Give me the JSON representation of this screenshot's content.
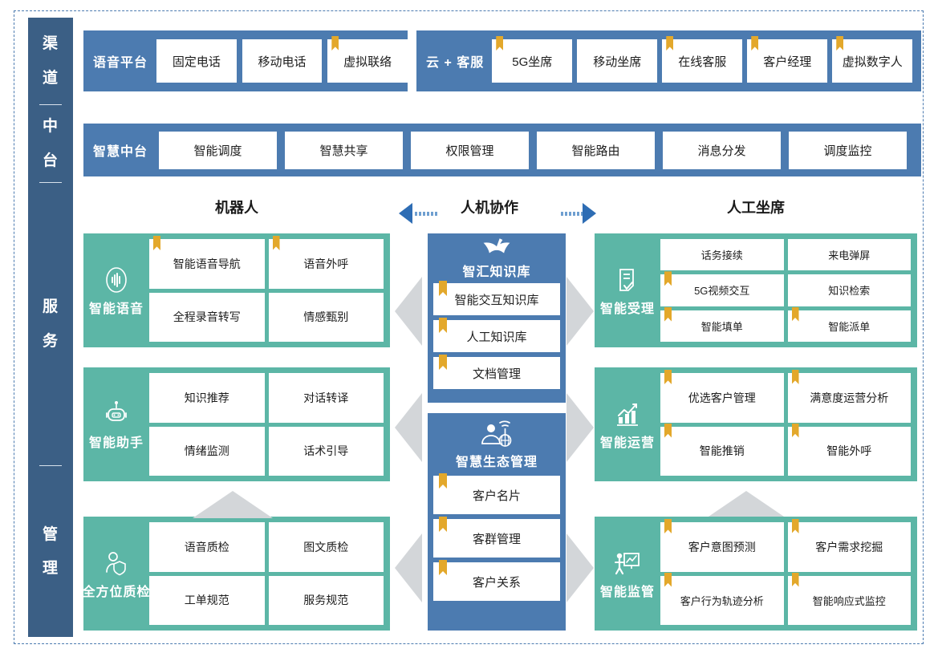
{
  "rail": {
    "segments": [
      {
        "id": "channel",
        "label": "渠道",
        "chars": [
          "渠",
          "道"
        ]
      },
      {
        "id": "midplatform",
        "label": "中台",
        "chars": [
          "中",
          "台"
        ]
      },
      {
        "id": "service",
        "label": "服务",
        "chars": [
          "服",
          "务"
        ]
      },
      {
        "id": "management",
        "label": "管理",
        "chars": [
          "管",
          "理"
        ]
      }
    ]
  },
  "channel": {
    "groups": [
      {
        "label": "语音平台",
        "items": [
          {
            "text": "固定电话",
            "bookmark": false
          },
          {
            "text": "移动电话",
            "bookmark": false
          },
          {
            "text": "虚拟联络",
            "bookmark": true
          }
        ]
      },
      {
        "label": "云 + 客服",
        "items": [
          {
            "text": "5G坐席",
            "bookmark": true
          },
          {
            "text": "移动坐席",
            "bookmark": false
          },
          {
            "text": "在线客服",
            "bookmark": true
          },
          {
            "text": "客户经理",
            "bookmark": true
          },
          {
            "text": "虚拟数字人",
            "bookmark": true
          }
        ]
      }
    ]
  },
  "midplatform": {
    "label": "智慧中台",
    "items": [
      {
        "text": "智能调度",
        "bookmark": false
      },
      {
        "text": "智慧共享",
        "bookmark": false
      },
      {
        "text": "权限管理",
        "bookmark": false
      },
      {
        "text": "智能路由",
        "bookmark": false
      },
      {
        "text": "消息分发",
        "bookmark": false
      },
      {
        "text": "调度监控",
        "bookmark": false
      }
    ]
  },
  "columns": {
    "left_title": "机器人",
    "centre_title": "人机协作",
    "right_title": "人工坐席"
  },
  "left_groups": [
    {
      "label": "智能语音",
      "icon": "voice-wave-icon",
      "items": [
        {
          "text": "智能语音导航",
          "bookmark": true
        },
        {
          "text": "语音外呼",
          "bookmark": true
        },
        {
          "text": "全程录音转写",
          "bookmark": false
        },
        {
          "text": "情感甄别",
          "bookmark": false
        }
      ]
    },
    {
      "label": "智能助手",
      "icon": "robot-icon",
      "items": [
        {
          "text": "知识推荐",
          "bookmark": false
        },
        {
          "text": "对话转译",
          "bookmark": false
        },
        {
          "text": "情绪监测",
          "bookmark": false
        },
        {
          "text": "话术引导",
          "bookmark": false
        }
      ]
    },
    {
      "label": "全方位质检",
      "icon": "person-shield-icon",
      "items": [
        {
          "text": "语音质检",
          "bookmark": false
        },
        {
          "text": "图文质检",
          "bookmark": false
        },
        {
          "text": "工单规范",
          "bookmark": false
        },
        {
          "text": "服务规范",
          "bookmark": false
        }
      ]
    }
  ],
  "centre_groups": [
    {
      "label": "智汇知识库",
      "icon": "open-book-pen-icon",
      "items": [
        {
          "text": "智能交互知识库",
          "bookmark": true
        },
        {
          "text": "人工知识库",
          "bookmark": true
        },
        {
          "text": "文档管理",
          "bookmark": true
        }
      ]
    },
    {
      "label": "智慧生态管理",
      "icon": "person-network-icon",
      "items": [
        {
          "text": "客户名片",
          "bookmark": true
        },
        {
          "text": "客群管理",
          "bookmark": true
        },
        {
          "text": "客户关系",
          "bookmark": true
        }
      ]
    }
  ],
  "right_groups": [
    {
      "label": "智能受理",
      "icon": "document-check-icon",
      "items": [
        {
          "text": "话务接续",
          "bookmark": false
        },
        {
          "text": "来电弹屏",
          "bookmark": false
        },
        {
          "text": "5G视频交互",
          "bookmark": true
        },
        {
          "text": "知识检索",
          "bookmark": false
        },
        {
          "text": "智能填单",
          "bookmark": true
        },
        {
          "text": "智能派单",
          "bookmark": true
        }
      ]
    },
    {
      "label": "智能运营",
      "icon": "bar-chart-trend-icon",
      "items": [
        {
          "text": "优选客户管理",
          "bookmark": true
        },
        {
          "text": "满意度运营分析",
          "bookmark": true
        },
        {
          "text": "智能推销",
          "bookmark": true
        },
        {
          "text": "智能外呼",
          "bookmark": true
        }
      ]
    },
    {
      "label": "智能监管",
      "icon": "presentation-person-icon",
      "items": [
        {
          "text": "客户意图预测",
          "bookmark": true
        },
        {
          "text": "客户需求挖掘",
          "bookmark": true
        },
        {
          "text": "客户行为轨迹分析",
          "bookmark": true
        },
        {
          "text": "智能响应式监控",
          "bookmark": true
        }
      ]
    }
  ],
  "colors": {
    "rail": "#3B5F85",
    "blue_panel": "#4C7BB0",
    "teal_panel": "#5CB6A6",
    "bookmark": "#E3A82B",
    "arrow_blue": "#2E6DB4",
    "chevron_gray": "#D3D6D9",
    "frame_dash": "#4C7BB0"
  }
}
